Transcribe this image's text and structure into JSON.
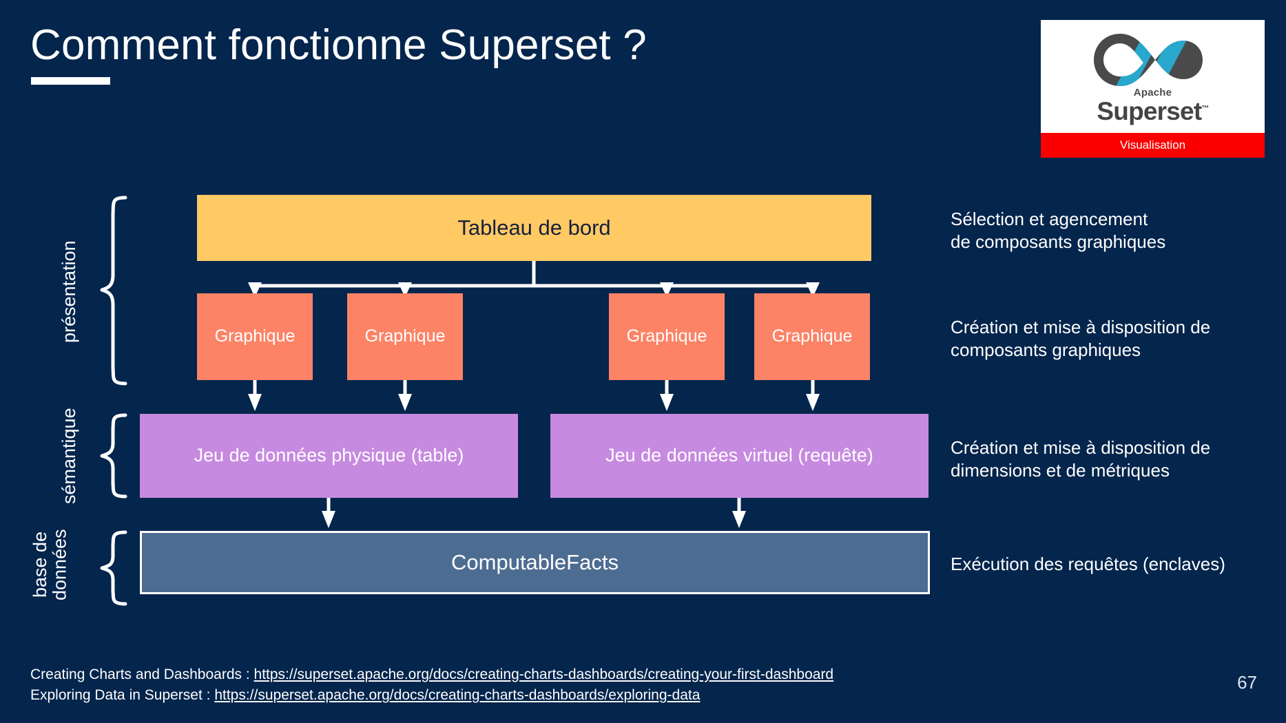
{
  "slide": {
    "title": "Comment fonctionne Superset ?",
    "page_number": "67",
    "background_color": "#04254c"
  },
  "logo": {
    "apache_label": "Apache",
    "wordmark": "Superset",
    "trademark": "™",
    "banner_label": "Visualisation",
    "banner_color": "#fa0000",
    "mark_color": "#4a4a4a",
    "accent_color": "#29a8ce"
  },
  "stages": [
    {
      "name": "presentation",
      "label": "présentation"
    },
    {
      "name": "semantic",
      "label": "sémantique"
    },
    {
      "name": "database",
      "label": "base de\ndonnées"
    }
  ],
  "diagram": {
    "dashboard": {
      "label": "Tableau de bord",
      "color": "#ffc964"
    },
    "charts": [
      {
        "label": "Graphique",
        "color": "#fc8366"
      },
      {
        "label": "Graphique",
        "color": "#fc8366"
      },
      {
        "label": "Graphique",
        "color": "#fc8366"
      },
      {
        "label": "Graphique",
        "color": "#fc8366"
      }
    ],
    "datasets": [
      {
        "label": "Jeu de données physique\n(table)",
        "color": "#c68ae0"
      },
      {
        "label": "Jeu de données virtuel\n(requête)",
        "color": "#c68ae0"
      }
    ],
    "database": {
      "label": "ComputableFacts",
      "color": "#4d6c91"
    }
  },
  "descriptions": [
    {
      "name": "presentation",
      "text": "Sélection et agencement\nde composants graphiques"
    },
    {
      "name": "charts",
      "text": "Création et mise à disposition de\ncomposants graphiques"
    },
    {
      "name": "datasets",
      "text": "Création et mise à disposition de\ndimensions et de métriques"
    },
    {
      "name": "database",
      "text": "Exécution des requêtes (enclaves)"
    }
  ],
  "footer": {
    "lines": [
      {
        "label": "Creating Charts and Dashboards : ",
        "url": "https://superset.apache.org/docs/creating-charts-dashboards/creating-your-first-dashboard"
      },
      {
        "label": "Exploring Data in Superset : ",
        "url": "https://superset.apache.org/docs/creating-charts-dashboards/exploring-data"
      }
    ]
  }
}
